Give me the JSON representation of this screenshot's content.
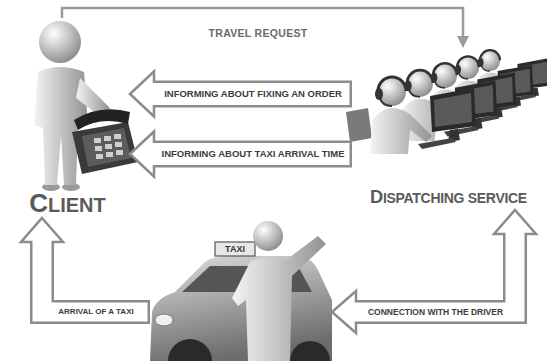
{
  "diagram": {
    "nodes": [
      {
        "text": [
          "CLIENT"
        ]
      },
      {
        "text": [
          "DISPATCHING SERVICE"
        ]
      },
      {
        "text": [
          "TAXI"
        ]
      }
    ],
    "edges": [
      {
        "from": 0,
        "to": 1,
        "label": "TRAVEL REQUEST",
        "arrow": "to"
      },
      {
        "from": 1,
        "to": 0,
        "label": "INFORMING ABOUT FIXING AN ORDER",
        "arrow": "to"
      },
      {
        "from": 1,
        "to": 0,
        "label": "INFORMING ABOUT TAXI ARRIVAL TIME",
        "arrow": "to"
      },
      {
        "from": 1,
        "to": 2,
        "label": "CONNECTION WITH THE DRIVER",
        "arrow": "both"
      },
      {
        "from": 2,
        "to": 0,
        "label": "ARRIVAL OF A TAXI",
        "arrow": "to"
      }
    ]
  }
}
